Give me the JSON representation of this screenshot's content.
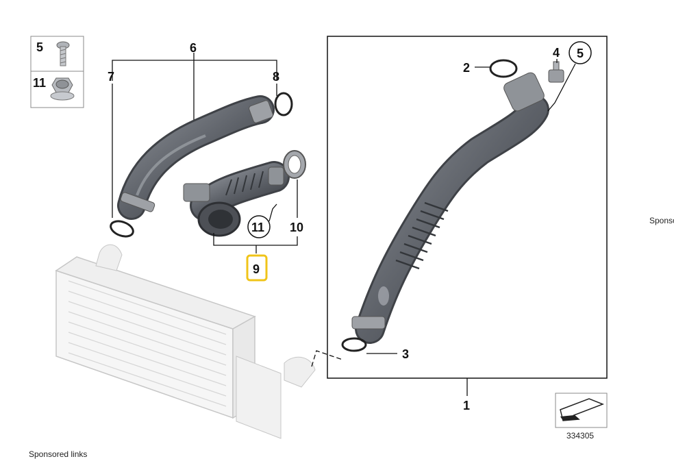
{
  "labels": {
    "p1": "1",
    "p2": "2",
    "p3": "3",
    "p4": "4",
    "p5": "5",
    "p6": "6",
    "p7": "7",
    "p8": "8",
    "p9": "9",
    "p10": "10",
    "p11": "11"
  },
  "legend": {
    "screw_num": "5",
    "nut_num": "11"
  },
  "diagram_code": "334305",
  "sponsored_bottom": "Sponsored links",
  "sponsored_right": "Sponsored links",
  "colors": {
    "highlight": "#f0c419",
    "hose": "#5d6168",
    "intercooler": "#d4d4d4"
  }
}
